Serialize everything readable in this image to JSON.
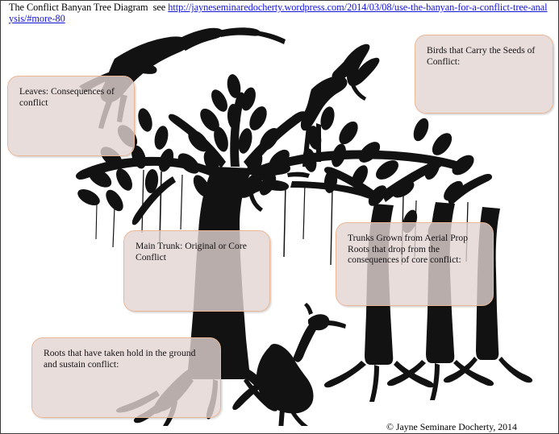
{
  "page": {
    "title_prefix": "The Conflict Banyan Tree Diagram",
    "see_label": "see",
    "link_text": "http://jayneseminaredocherty.wordpress.com/2014/03/08/use-the-banyan-for-a-conflict-tree-analysis/#more-80",
    "copyright": "© Jayne Seminare Docherty, 2014"
  },
  "colors": {
    "link": "#1414d8",
    "callout_fill": "#e4d4d3",
    "callout_border": "#eab795",
    "artwork_silhouette": "#121212",
    "page_border": "#3a3a3a",
    "background": "#ffffff"
  },
  "callouts": [
    {
      "id": "leaves",
      "name": "callout-leaves",
      "text": "Leaves: Consequences of conflict"
    },
    {
      "id": "birds",
      "name": "callout-birds",
      "text": "Birds that Carry the Seeds of Conflict:"
    },
    {
      "id": "main_trunk",
      "name": "callout-main-trunk",
      "text": "Main Trunk: Original or Core Conflict"
    },
    {
      "id": "prop_roots",
      "name": "callout-prop-roots",
      "text": "Trunks Grown from Aerial Prop Roots that drop from the consequences of core conflict:"
    },
    {
      "id": "roots",
      "name": "callout-roots",
      "text": "Roots that have taken hold in the ground and sustain conflict:"
    }
  ],
  "artwork": {
    "subject": "banyan tree silhouette with herons and birds",
    "elements": [
      "banyan-tree-silhouette",
      "heron-perched-top-left",
      "small-bird-flying-upper-center",
      "heron-standing-upper-right",
      "heron-flying-mid-right",
      "heron-standing-ground-center",
      "aerial-prop-roots",
      "ground-roots"
    ]
  }
}
